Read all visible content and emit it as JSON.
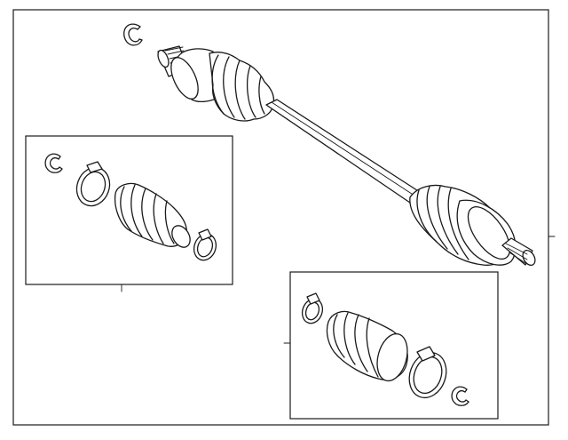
{
  "diagram": {
    "subject": "axle-shaft-assembly",
    "parts": [
      "outer-snap-ring",
      "axle-shaft",
      "inner-cv-joint-boot",
      "outer-cv-joint-boot",
      "boot-kit-inner",
      "boot-kit-outer"
    ],
    "leader_lines": 3
  }
}
